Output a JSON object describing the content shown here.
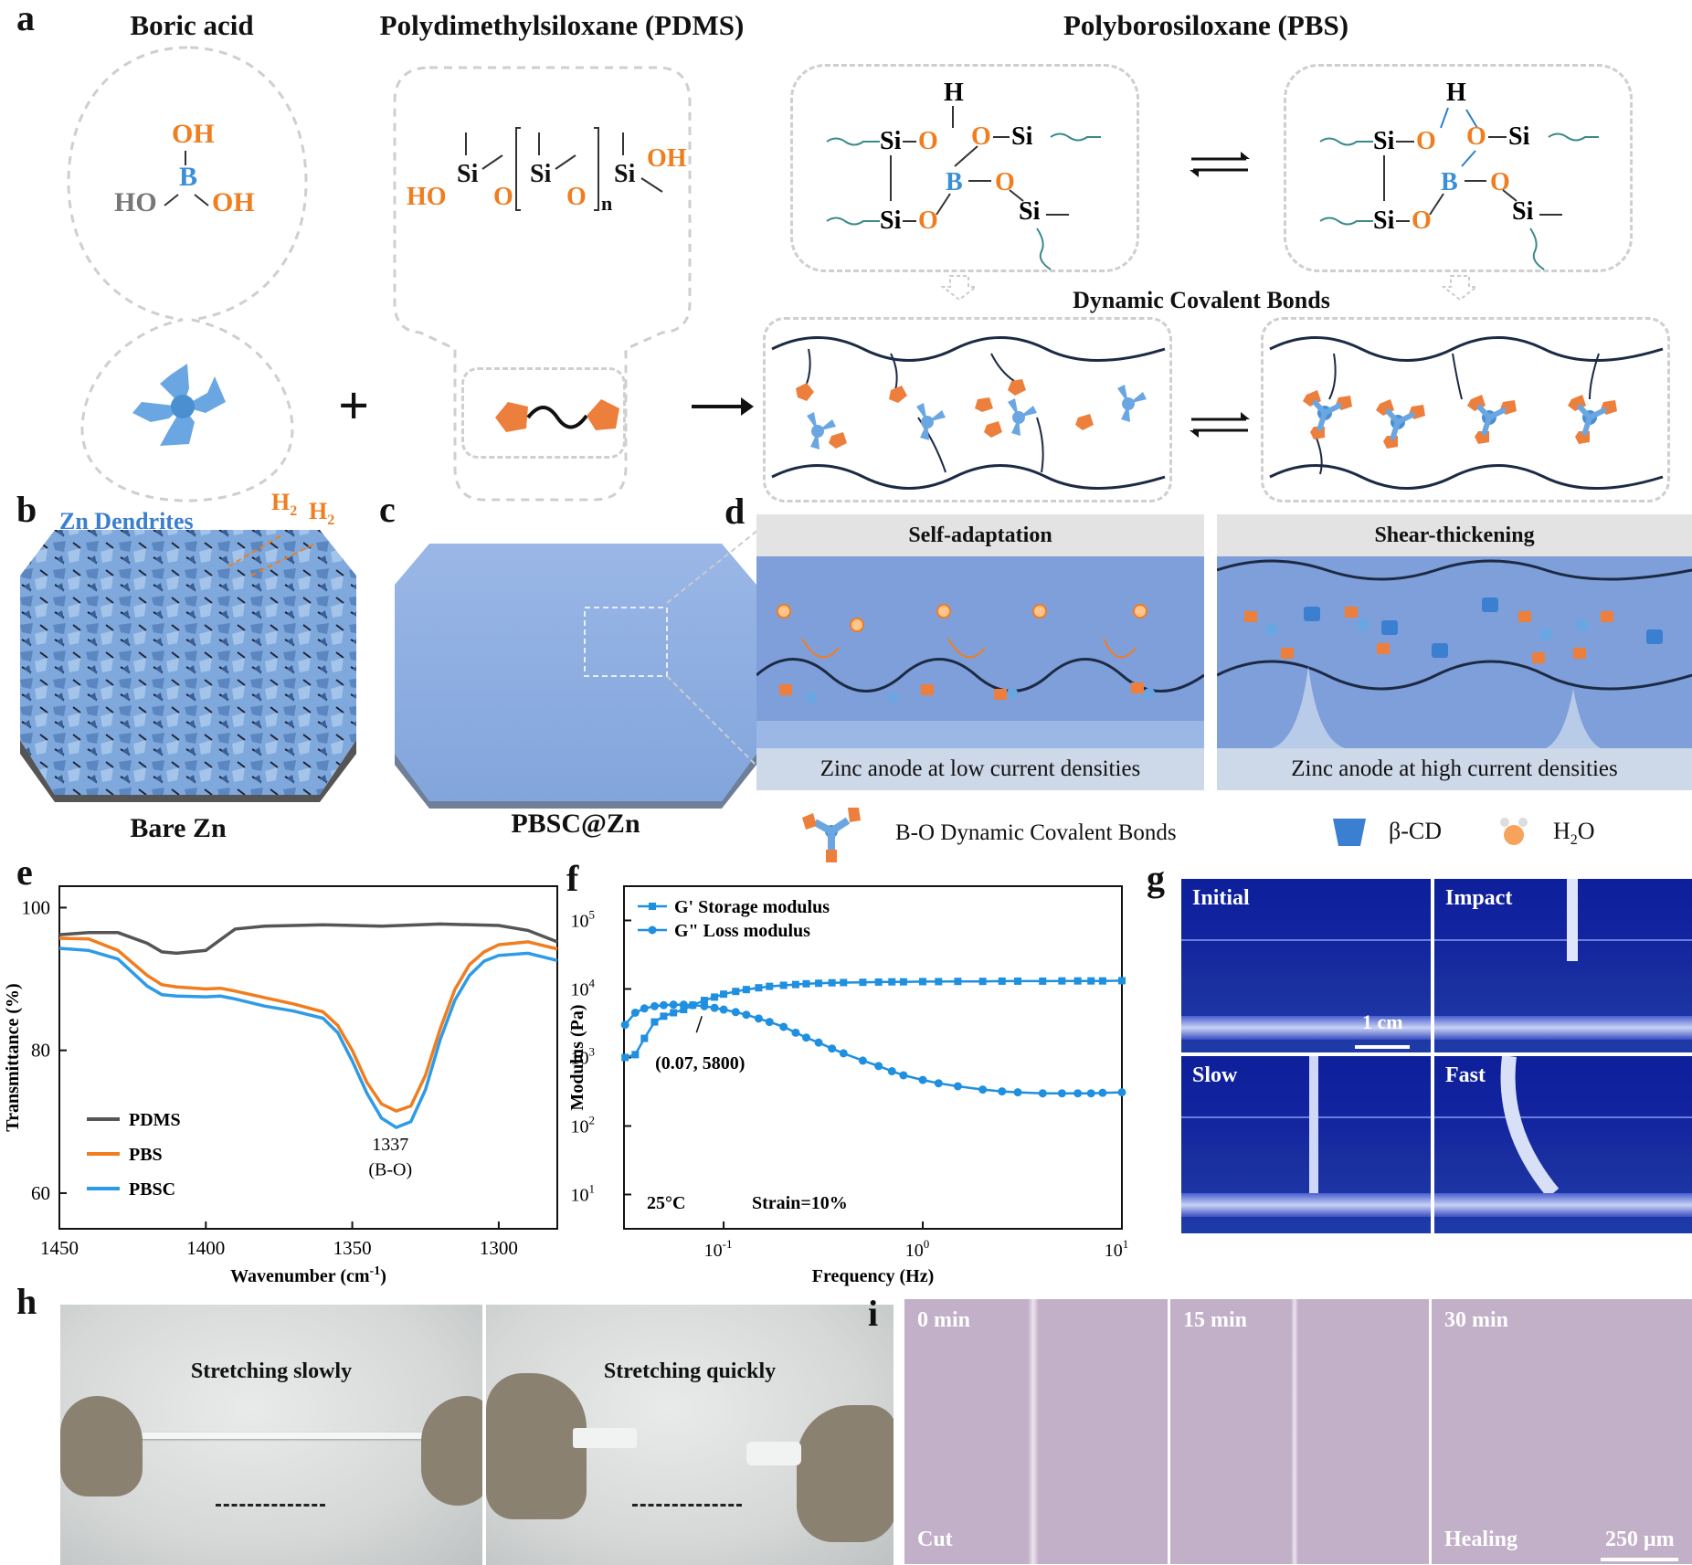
{
  "panels": {
    "a": "a",
    "b": "b",
    "c": "c",
    "d": "d",
    "e": "e",
    "f": "f",
    "g": "g",
    "h": "h",
    "i": "i"
  },
  "a": {
    "boric_title": "Boric acid",
    "pdms_title": "Polydimethylsiloxane (PDMS)",
    "pbs_title": "Polyborosiloxane (PBS)",
    "dcb_label": "Dynamic Covalent Bonds",
    "plus": "+",
    "boric": {
      "oh_top": "OH",
      "b": "B",
      "ho": "HO",
      "oh_right": "OH"
    },
    "pdms": {
      "ho": "HO",
      "si": "Si",
      "o": "O",
      "n": "n",
      "oh": "OH"
    },
    "pbs": {
      "h": "H",
      "si": "Si",
      "o": "O",
      "b": "B"
    }
  },
  "b": {
    "dendrites_label": "Zn Dendrites",
    "h2": "H",
    "h2_sub": "2",
    "caption": "Bare Zn"
  },
  "c": {
    "caption": "PBSC@Zn"
  },
  "d": {
    "left_header": "Self-adaptation",
    "right_header": "Shear-thickening",
    "left_footer": "Zinc anode at low current densities",
    "right_footer": "Zinc anode at high current densities",
    "legend_bond": "B-O Dynamic Covalent Bonds",
    "legend_cd": "β-CD",
    "legend_h2o": "H",
    "legend_h2o_sub": "2",
    "legend_h2o_end": "O"
  },
  "e": {
    "ylabel": "Transmittance (%)",
    "xlabel": "Wavenumber (cm",
    "xlabel_sup": "-1",
    "xlabel_end": ")",
    "yticks": [
      "60",
      "80",
      "100"
    ],
    "xticks": [
      "1450",
      "1400",
      "1350",
      "1300"
    ],
    "annotation_value": "1337",
    "annotation_label": "(B-O)",
    "legend": [
      "PDMS",
      "PBS",
      "PBSC"
    ],
    "colors": {
      "PDMS": "#555555",
      "PBS": "#f07d1f",
      "PBSC": "#2e9be6"
    }
  },
  "f": {
    "ylabel": "Modulus (Pa)",
    "xlabel": "Frequency (Hz)",
    "yticks": [
      {
        "b": "10",
        "e": "1"
      },
      {
        "b": "10",
        "e": "2"
      },
      {
        "b": "10",
        "e": "3"
      },
      {
        "b": "10",
        "e": "4"
      },
      {
        "b": "10",
        "e": "5"
      }
    ],
    "xticks": [
      {
        "b": "10",
        "e": "-1"
      },
      {
        "b": "10",
        "e": "0"
      },
      {
        "b": "10",
        "e": "1"
      }
    ],
    "legend": [
      "G'  Storage modulus",
      "G\"  Loss modulus"
    ],
    "crossover": "(0.07, 5800)",
    "temp": "25°C",
    "strain": "Strain=10%",
    "color": "#1f8fe0"
  },
  "g": {
    "labels": [
      "Initial",
      "Impact",
      "Slow",
      "Fast"
    ],
    "scale": "1 cm"
  },
  "h": {
    "left": "Stretching slowly",
    "right": "Stretching quickly"
  },
  "i": {
    "times": [
      "0 min",
      "15 min",
      "30 min"
    ],
    "cut": "Cut",
    "healing": "Healing",
    "scale": "250 μm"
  },
  "chart_data": [
    {
      "type": "line",
      "title": "",
      "xlabel": "Wavenumber (cm-1)",
      "ylabel": "Transmittance (%)",
      "xlim": [
        1450,
        1280
      ],
      "ylim": [
        55,
        103
      ],
      "series": [
        {
          "name": "PDMS",
          "x": [
            1450,
            1440,
            1430,
            1420,
            1415,
            1410,
            1400,
            1395,
            1390,
            1380,
            1360,
            1340,
            1320,
            1300,
            1290,
            1280
          ],
          "y": [
            96.2,
            96.5,
            96.5,
            95.0,
            93.8,
            93.6,
            94.0,
            95.5,
            97.0,
            97.4,
            97.6,
            97.4,
            97.7,
            97.5,
            96.8,
            95.2
          ]
        },
        {
          "name": "PBS",
          "x": [
            1450,
            1440,
            1430,
            1420,
            1415,
            1410,
            1400,
            1395,
            1390,
            1380,
            1370,
            1360,
            1355,
            1350,
            1345,
            1340,
            1335,
            1330,
            1325,
            1320,
            1315,
            1310,
            1305,
            1300,
            1290,
            1280
          ],
          "y": [
            95.7,
            95.6,
            94.0,
            90.5,
            89.2,
            88.9,
            88.6,
            88.7,
            88.3,
            87.4,
            86.5,
            85.4,
            83.5,
            80.0,
            75.5,
            72.5,
            71.5,
            72.2,
            76.5,
            83.0,
            88.5,
            92.0,
            93.8,
            94.8,
            95.2,
            94.2
          ]
        },
        {
          "name": "PBSC",
          "x": [
            1450,
            1440,
            1430,
            1420,
            1415,
            1410,
            1400,
            1395,
            1390,
            1380,
            1370,
            1360,
            1355,
            1350,
            1345,
            1340,
            1335,
            1330,
            1325,
            1320,
            1315,
            1310,
            1305,
            1300,
            1290,
            1280
          ],
          "y": [
            94.3,
            94.0,
            92.8,
            89.0,
            87.8,
            87.6,
            87.5,
            87.6,
            87.2,
            86.2,
            85.5,
            84.5,
            82.5,
            78.5,
            74.0,
            70.5,
            69.2,
            70.0,
            74.5,
            81.5,
            87.0,
            90.5,
            92.5,
            93.3,
            93.6,
            92.6
          ]
        }
      ]
    },
    {
      "type": "scatter",
      "title": "",
      "xlabel": "Frequency (Hz)",
      "ylabel": "Modulus (Pa)",
      "xscale": "log",
      "yscale": "log",
      "xlim": [
        0.0316,
        10
      ],
      "ylim": [
        3.16,
        316000
      ],
      "series": [
        {
          "name": "G' Storage modulus",
          "marker": "square",
          "x": [
            0.032,
            0.036,
            0.04,
            0.045,
            0.05,
            0.056,
            0.063,
            0.07,
            0.08,
            0.09,
            0.1,
            0.115,
            0.13,
            0.15,
            0.17,
            0.2,
            0.23,
            0.26,
            0.3,
            0.35,
            0.4,
            0.5,
            0.6,
            0.7,
            0.8,
            1.0,
            1.2,
            1.5,
            2,
            2.5,
            3,
            4,
            5,
            6,
            7,
            8,
            10
          ],
          "y": [
            1000,
            1100,
            1900,
            3300,
            4000,
            4500,
            5000,
            5800,
            6800,
            7600,
            8400,
            9200,
            9800,
            10400,
            10900,
            11300,
            11600,
            11900,
            12100,
            12300,
            12400,
            12500,
            12600,
            12700,
            12700,
            12800,
            12800,
            12900,
            12900,
            13000,
            13000,
            13000,
            13100,
            13100,
            13100,
            13100,
            13200
          ]
        },
        {
          "name": "G\" Loss modulus",
          "marker": "circle",
          "x": [
            0.032,
            0.036,
            0.04,
            0.045,
            0.05,
            0.056,
            0.063,
            0.07,
            0.08,
            0.09,
            0.1,
            0.115,
            0.13,
            0.15,
            0.17,
            0.2,
            0.23,
            0.26,
            0.3,
            0.35,
            0.4,
            0.5,
            0.6,
            0.7,
            0.8,
            1.0,
            1.2,
            1.5,
            2,
            2.5,
            3,
            4,
            5,
            6,
            7,
            8,
            10
          ],
          "y": [
            3000,
            4500,
            5200,
            5600,
            5800,
            5900,
            5900,
            5800,
            5600,
            5300,
            5000,
            4600,
            4200,
            3700,
            3300,
            2800,
            2300,
            1950,
            1650,
            1350,
            1150,
            900,
            750,
            630,
            550,
            470,
            420,
            380,
            340,
            320,
            310,
            300,
            300,
            300,
            300,
            305,
            310
          ]
        }
      ],
      "annotations": [
        "(0.07, 5800)",
        "25°C",
        "Strain=10%"
      ]
    }
  ]
}
